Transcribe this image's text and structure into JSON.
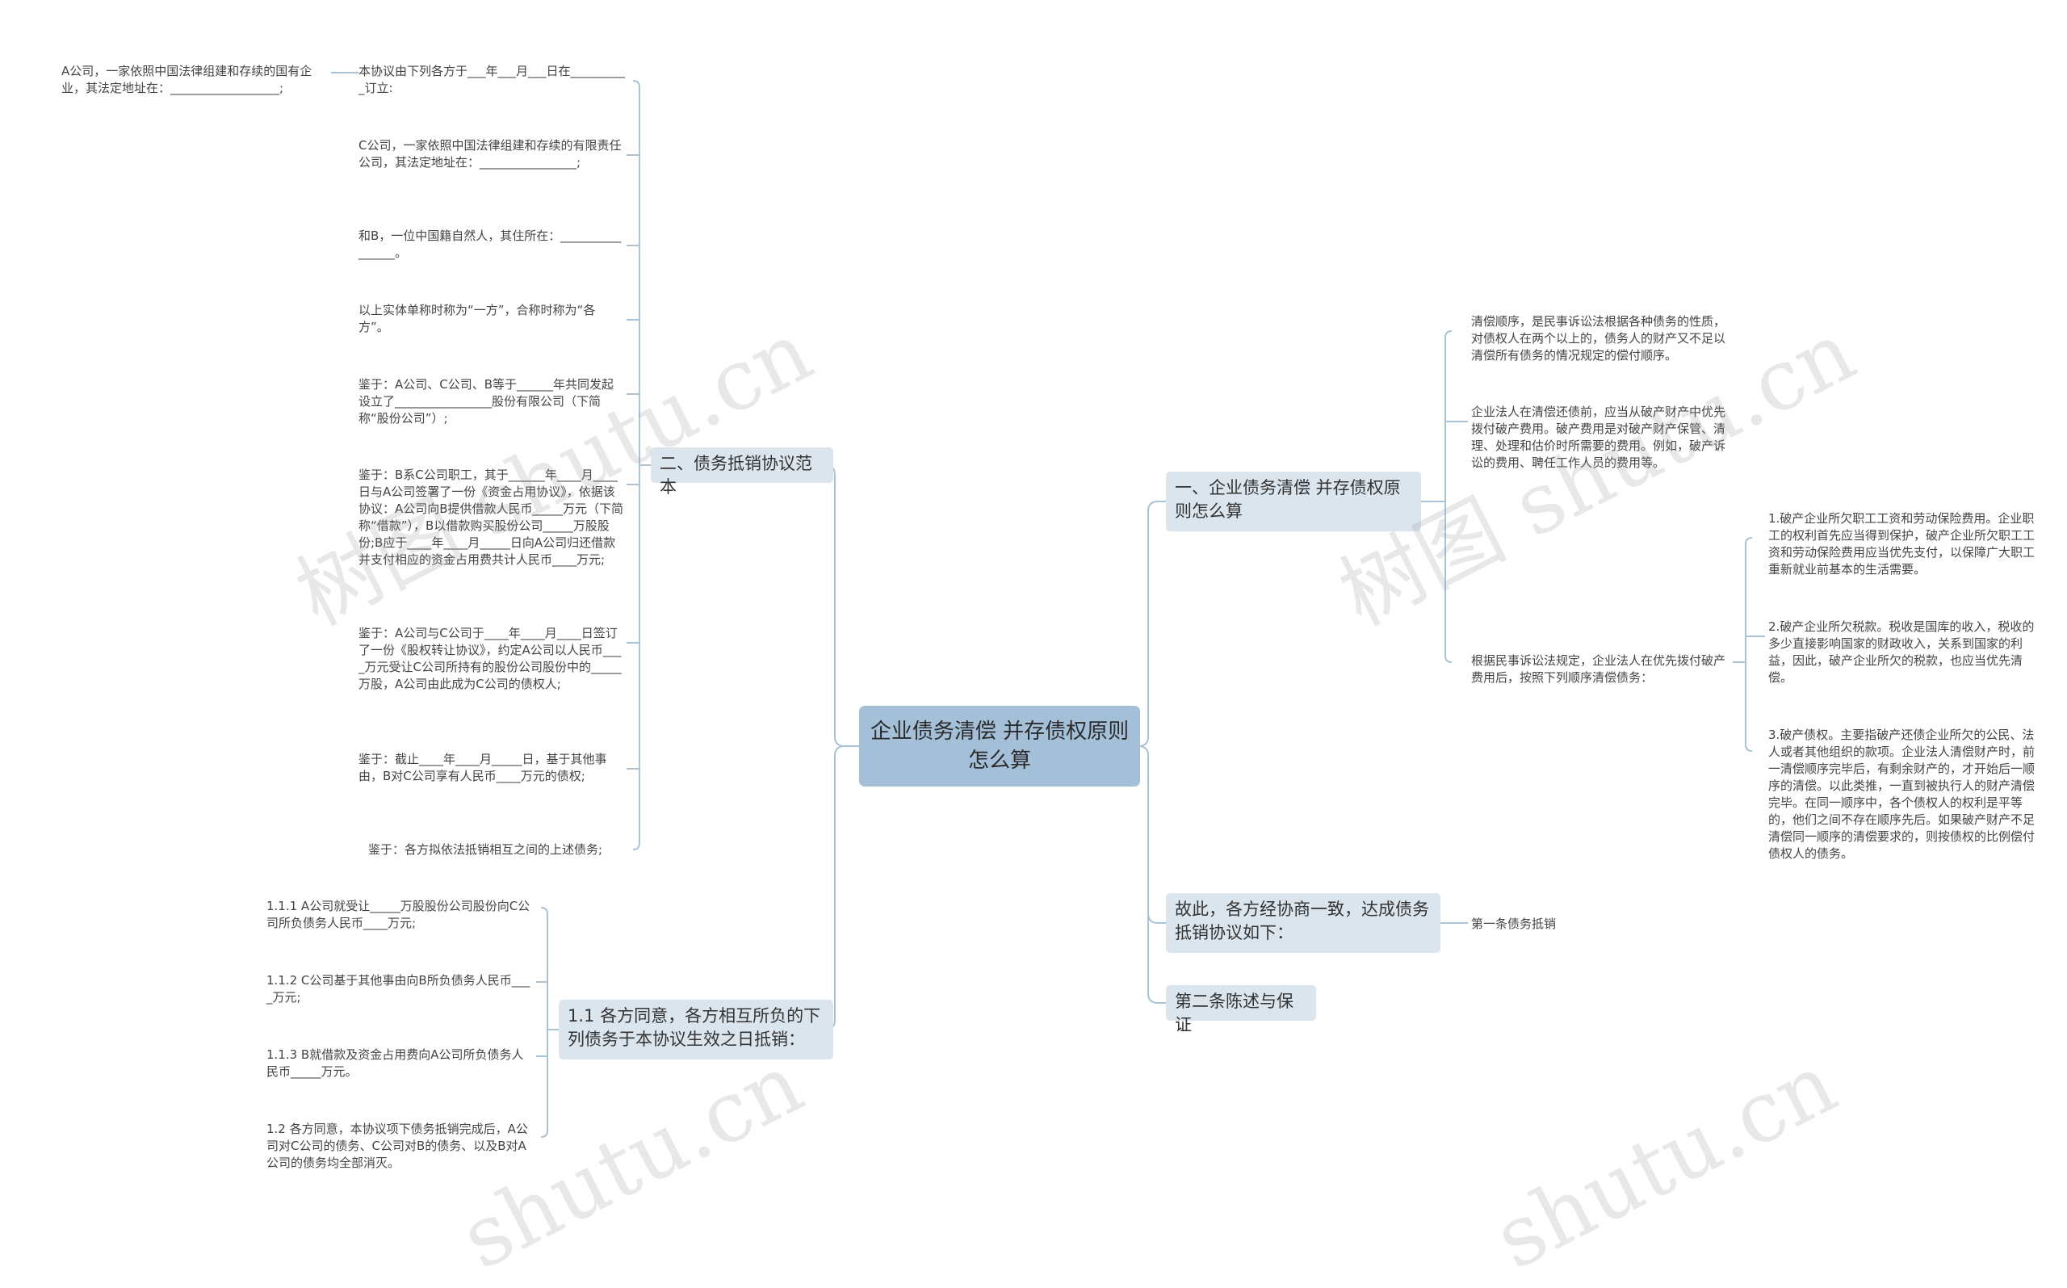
{
  "diagram": {
    "root": "企业债务清偿 并存债权原则 怎么算",
    "left": {
      "branch_a": {
        "label": "二、债务抵销协议范本",
        "children": [
          "本协议由下列各方于___年___月___日在__________订立:",
          "C公司，一家依照中国法律组建和存续的有限责任公司，其法定地址在：________________;",
          "和B，一位中国籍自然人，其住所在：________________。",
          "以上实体单称时称为“一方”，合称时称为“各方”。",
          "鉴于：A公司、C公司、B等于______年共同发起设立了________________股份有限公司（下简称“股份公司”）;",
          "鉴于：B系C公司职工，其于______年____月____日与A公司签署了一份《资金占用协议》，依据该协议：A公司向B提供借款人民币_____万元（下简称“借款”），B以借款购买股份公司_____万股股份;B应于____年____月_____日向A公司归还借款并支付相应的资金占用费共计人民币____万元;",
          "鉴于：A公司与C公司于____年____月____日签订了一份《股权转让协议》，约定A公司以人民币____万元受让C公司所持有的股份公司股份中的_____万股，A公司由此成为C公司的债权人;",
          "鉴于：截止____年____月_____日，基于其他事由，B对C公司享有人民币____万元的债权;",
          "鉴于：各方拟依法抵销相互之间的上述债务;"
        ],
        "grandchild": "A公司，一家依照中国法律组建和存续的国有企业，其法定地址在：__________________;"
      },
      "branch_b": {
        "label": "1.1 各方同意，各方相互所负的下列债务于本协议生效之日抵销：",
        "children": [
          "1.1.1 A公司就受让_____万股股份公司股份向C公司所负债务人民币____万元;",
          "1.1.2 C公司基于其他事由向B所负债务人民币____万元;",
          "1.1.3 B就借款及资金占用费向A公司所负债务人民币_____万元。",
          "1.2 各方同意，本协议项下债务抵销完成后，A公司对C公司的债务、C公司对B的债务、以及B对A公司的债务均全部消灭。"
        ]
      }
    },
    "right": {
      "branch_c": {
        "label": "一、企业债务清偿 并存债权原则怎么算",
        "children": [
          "清偿顺序，是民事诉讼法根据各种债务的性质，对债权人在两个以上的，债务人的财产又不足以清偿所有债务的情况规定的偿付顺序。",
          "企业法人在清偿还债前，应当从破产财产中优先拨付破产费用。破产费用是对破产财产保管、清理、处理和估价时所需要的费用。例如，破产诉讼的费用、聘任工作人员的费用等。",
          "根据民事诉讼法规定，企业法人在优先拨付破产费用后，按照下列顺序清偿债务："
        ],
        "sub_children": [
          "1.破产企业所欠职工工资和劳动保险费用。企业职工的权利首先应当得到保护，破产企业所欠职工工资和劳动保险费用应当优先支付，以保障广大职工重新就业前基本的生活需要。",
          "2.破产企业所欠税款。税收是国库的收入，税收的多少直接影响国家的财政收入，关系到国家的利益，因此，破产企业所欠的税款，也应当优先清偿。",
          "3.破产债权。主要指破产还债企业所欠的公民、法人或者其他组织的款项。企业法人清偿财产时，前一清偿顺序完毕后，有剩余财产的，才开始后一顺序的清偿。以此类推，一直到被执行人的财产清偿完毕。在同一顺序中，各个债权人的权利是平等的，他们之间不存在顺序先后。如果破产财产不足清偿同一顺序的清偿要求的，则按债权的比例偿付债权人的债务。"
        ]
      },
      "branch_d": {
        "label": "故此，各方经协商一致，达成债务抵销协议如下：",
        "child": "第一条债务抵销"
      },
      "branch_e": {
        "label": "第二条陈述与保证"
      }
    }
  },
  "watermarks": [
    "树图 shutu.cn",
    "树图 shutu.cn",
    "shutu.cn",
    "shutu.cn"
  ],
  "colors": {
    "root_fill": "#a4c0d8",
    "branch_fill": "#dbe5ee",
    "link": "#a9c3d7",
    "text": "#333333"
  }
}
